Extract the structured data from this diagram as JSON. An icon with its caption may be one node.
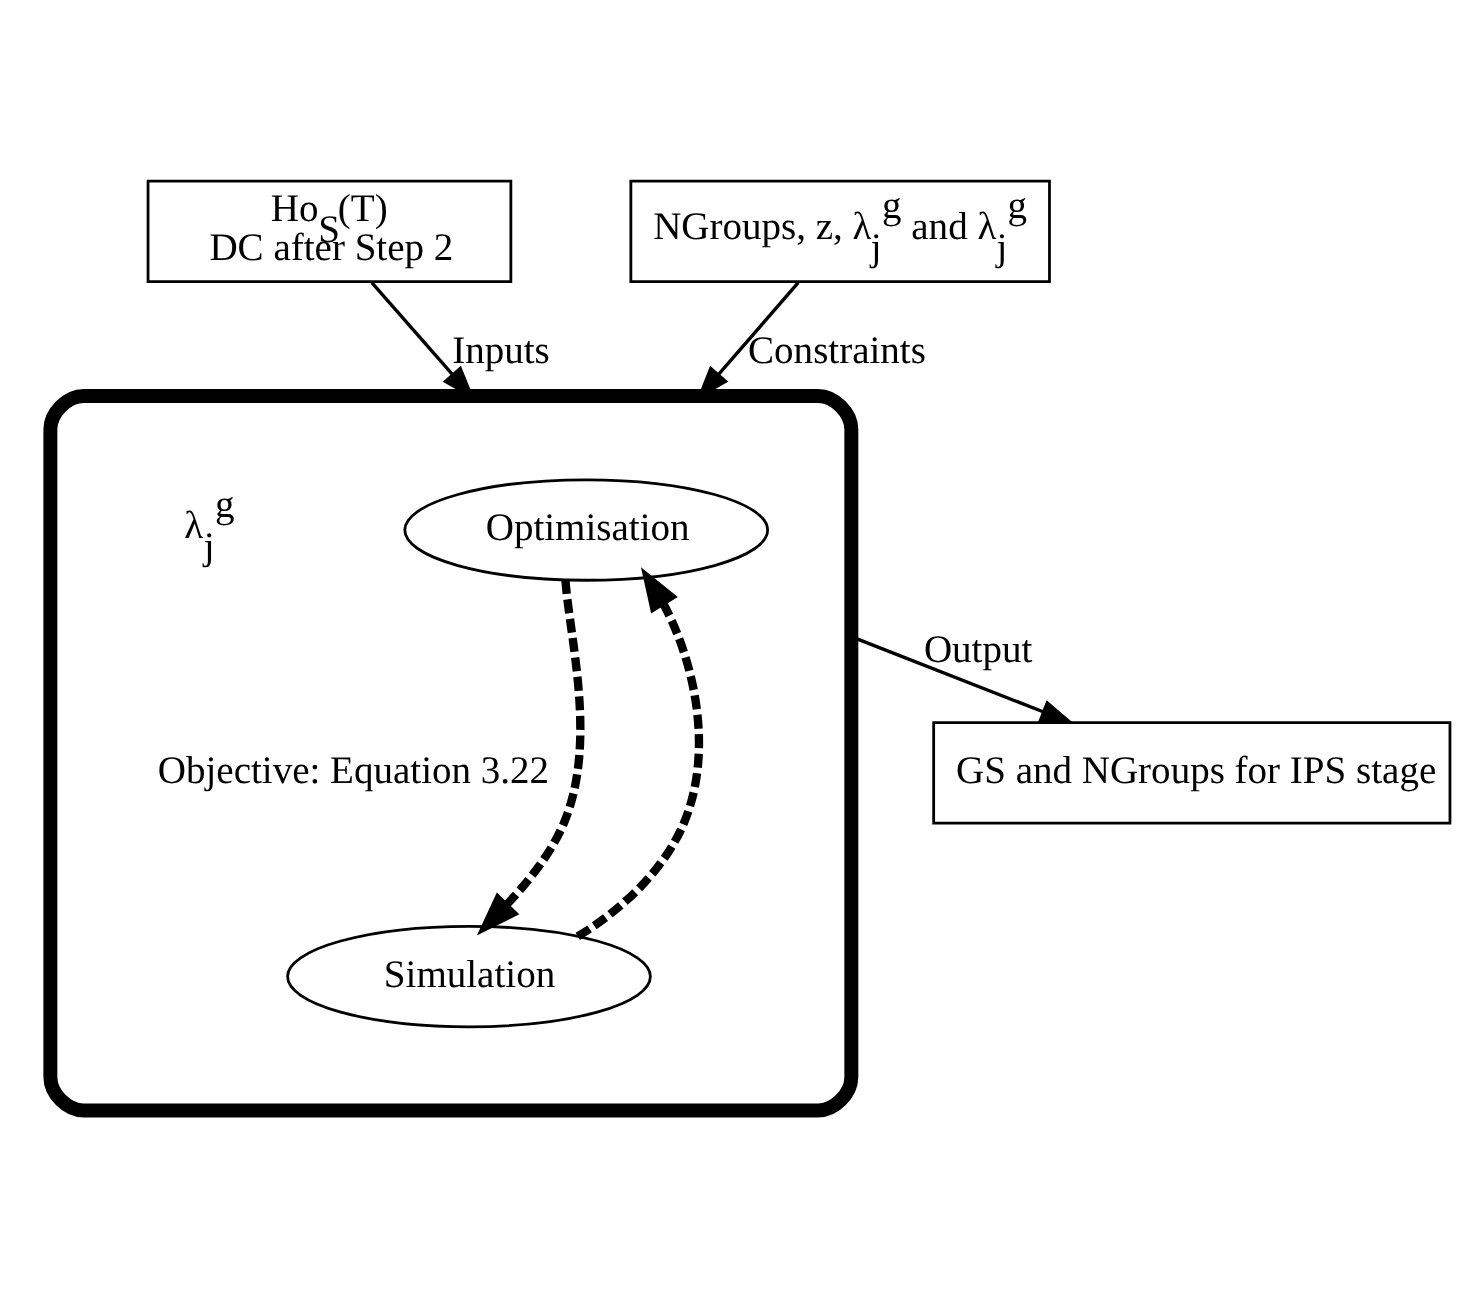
{
  "diagram": {
    "nodes": [
      {
        "text": [
          "Ho$_{S}$(T)",
          "DC after Step 2"
        ]
      },
      {
        "text": [
          "NGroups, z, λ$_{j}$$^{g}$ and λ$_{j}$$^{g}$"
        ]
      },
      {
        "text": [],
        "shape": "box"
      },
      {
        "text": [
          "Optimisation"
        ],
        "in": 2
      },
      {
        "text": [
          "Simulation"
        ],
        "in": 2
      },
      {
        "text": [
          "GS and NGroups for IPS stage"
        ]
      }
    ],
    "edges": [
      {
        "from": 0,
        "to": 2,
        "arrow": "to",
        "label": "Inputs"
      },
      {
        "from": 1,
        "to": 2,
        "arrow": "to",
        "label": "Constraints"
      },
      {
        "from": 3,
        "to": 4,
        "arrow": "to",
        "style": "dashed"
      },
      {
        "from": 4,
        "to": 3,
        "arrow": "to",
        "style": "dashed"
      },
      {
        "from": 2,
        "to": 5,
        "arrow": "to",
        "label": "Output"
      }
    ],
    "labels": [
      "λ$_{j}$$^{g}$",
      "Objective: Equation 3.22"
    ]
  }
}
